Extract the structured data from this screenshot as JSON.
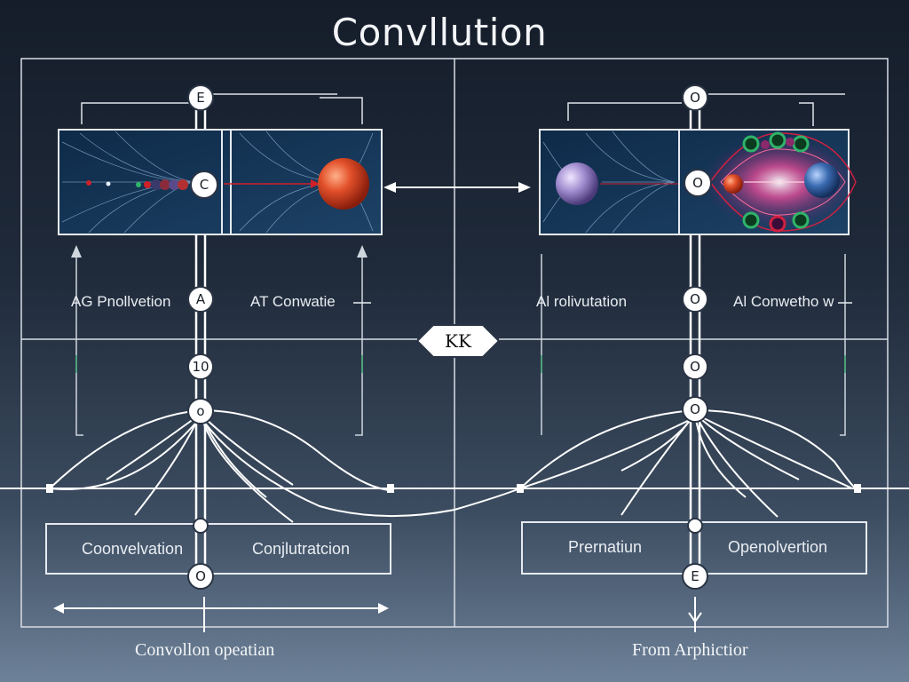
{
  "title": "Convllution",
  "center_tag": "KK",
  "left": {
    "top_node": "E",
    "mid_node": "C",
    "node_a": "A",
    "node_b": "10",
    "node_c": "o",
    "bottom_node": "O",
    "label_left": "AG Pnollvetion",
    "label_right": "AT Conwatie",
    "box_left": "Coonvelvation",
    "box_right": "Conjlutratcion",
    "bottom_caption": "Convollon opeatian"
  },
  "right": {
    "top_node": "O",
    "mid_node": "O",
    "node_a": "O",
    "node_b": "O",
    "node_c": "O",
    "bottom_node": "E",
    "label_left": "Al rolivutation",
    "label_right": "Al Conwetho w",
    "box_left": "Prernatiun",
    "box_right": "Openolvertion",
    "bottom_caption": "From Arphictior"
  },
  "colors": {
    "line": "#ffffff",
    "sphere_orange": "#e2502a",
    "sphere_lilac": "#a18ed0",
    "sphere_blue": "#3a6ab0",
    "accent_green": "#2fb46a",
    "accent_red": "#d0202a",
    "panel_bg": "#173250"
  }
}
